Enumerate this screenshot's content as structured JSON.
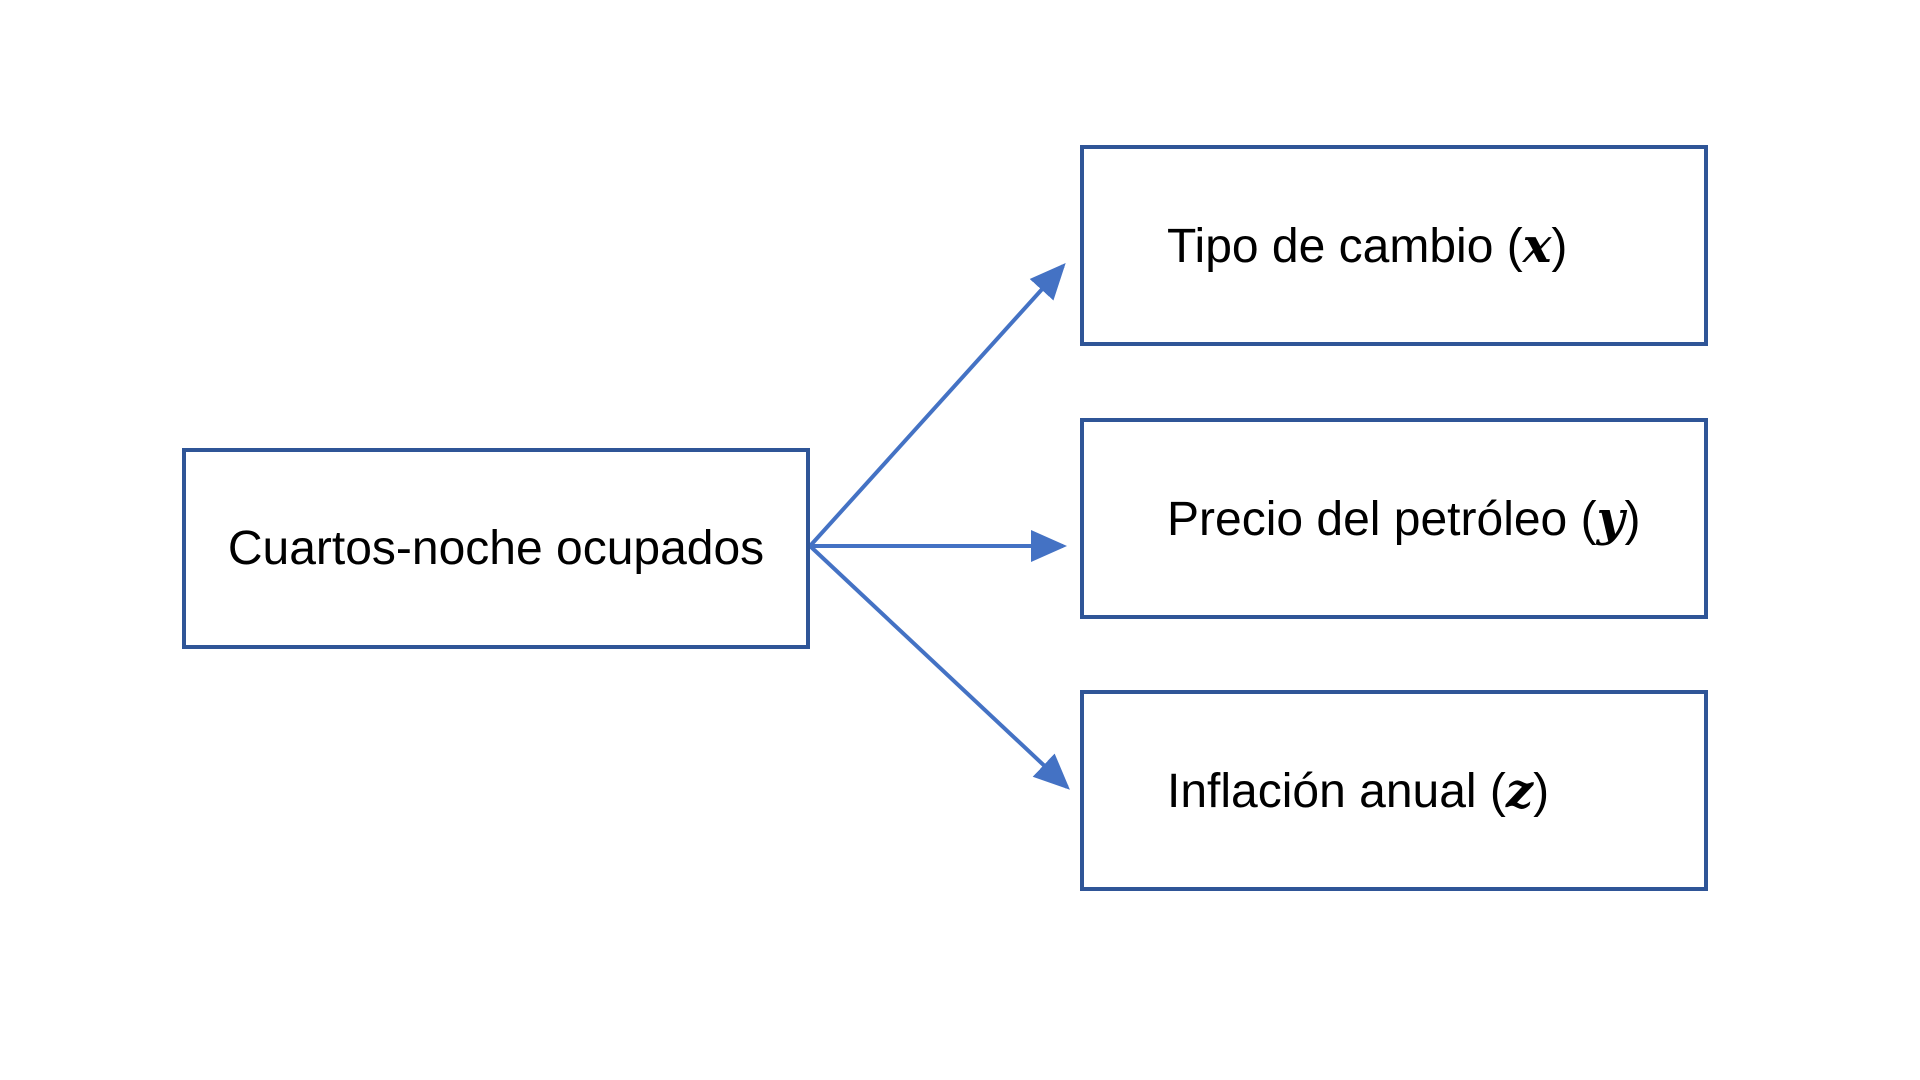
{
  "diagram": {
    "source": {
      "label": "Cuartos-noche ocupados"
    },
    "targets": [
      {
        "text": "Tipo de cambio (",
        "variable": "x",
        "close": ")"
      },
      {
        "text": "Precio del petróleo (",
        "variable": "y",
        "close": ")"
      },
      {
        "text": "Inflación anual (",
        "variable": "z",
        "close": ")"
      }
    ],
    "colors": {
      "box_border": "#2F5597",
      "arrow": "#4472C4"
    }
  }
}
